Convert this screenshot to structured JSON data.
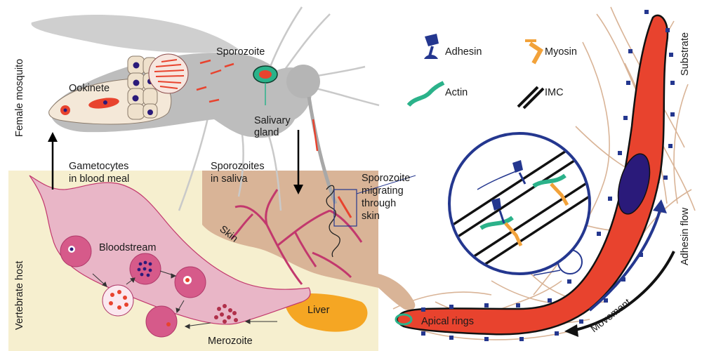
{
  "lifecycle": {
    "female_mosquito": "Female mosquito",
    "vertebrate_host": "Vertebrate host",
    "ookinete": "Ookinete",
    "sporozoite": "Sporozoite",
    "salivary_gland_1": "Salivary",
    "salivary_gland_2": "gland",
    "gametocytes_1": "Gametocytes",
    "gametocytes_2": "in blood meal",
    "sporozoites_saliva_1": "Sporozoites",
    "sporozoites_saliva_2": "in saliva",
    "migrating_1": "Sporozoite",
    "migrating_2": "migrating",
    "migrating_3": "through",
    "migrating_4": "skin",
    "skin": "Skin",
    "bloodstream": "Bloodstream",
    "liver": "Liver",
    "merozoite": "Merozoite"
  },
  "motility": {
    "legend": {
      "adhesin": "Adhesin",
      "myosin": "Myosin",
      "actin": "Actin",
      "imc": "IMC"
    },
    "substrate": "Substrate",
    "adhesin_flow": "Adhesin flow",
    "movement": "Movement",
    "apical_rings": "Apical rings"
  },
  "colors": {
    "parasite": "#e8432e",
    "nucleus": "#2a1a7a",
    "adhesin": "#24378f",
    "myosin": "#f2a23a",
    "actin": "#2bb28a",
    "host_bg": "#f6efcf",
    "skin": "#d9b497",
    "blood_vessel": "#c2386d",
    "liver": "#f5a623",
    "mosquito": "#bdbdbd"
  }
}
